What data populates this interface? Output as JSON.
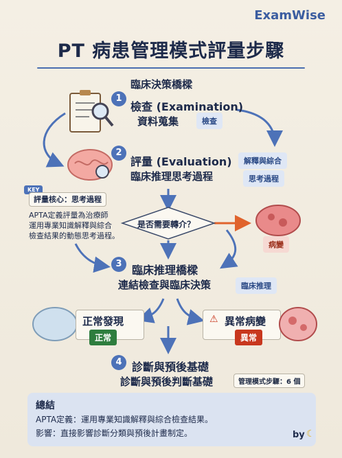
{
  "brand": "ExamWise",
  "title": "PT 病患管理模式評量步驟",
  "top_label": "臨床決策橋樑",
  "steps": [
    {
      "num": "1",
      "title": "檢查 (Examination)",
      "subtitle": "資料蒐集",
      "chip": "檢查"
    },
    {
      "num": "2",
      "title": "評量 (Evaluation)",
      "subtitle": "臨床推理思考過程"
    },
    {
      "num": "3",
      "title": "臨床推理橋樑",
      "subtitle": "連結檢查與臨床決策",
      "chip": "臨床推理"
    },
    {
      "num": "4",
      "title": "診斷與預後基礎",
      "subtitle": "診斷與預後判斷基礎",
      "chip": "管理模式步驟：6 個"
    }
  ],
  "side_chips": [
    "解釋與綜合",
    "思考過程"
  ],
  "key_badge": "KEY",
  "key_box": "評量核心：思考過程",
  "key_note_lines": [
    "APTA定義評量為治療師",
    "運用專業知識解釋與綜合",
    "檢查結果的動態思考過程。"
  ],
  "decision": "是否需要轉介？",
  "referral_chip": "病變",
  "normal": {
    "title": "正常發現",
    "chip": "正常"
  },
  "abnormal": {
    "title": "異常病變",
    "chip": "異常"
  },
  "summary": {
    "title": "總結",
    "lines": [
      "APTA定義：運用專業知識解釋與綜合檢查結果。",
      "影響：直接影響診斷分類與預後計畫制定。"
    ]
  },
  "footer": "by",
  "colors": {
    "accent": "#4d72b8",
    "normal": "#2e7d3e",
    "abnormal": "#c8371e",
    "referral_arrow": "#e0632c"
  }
}
